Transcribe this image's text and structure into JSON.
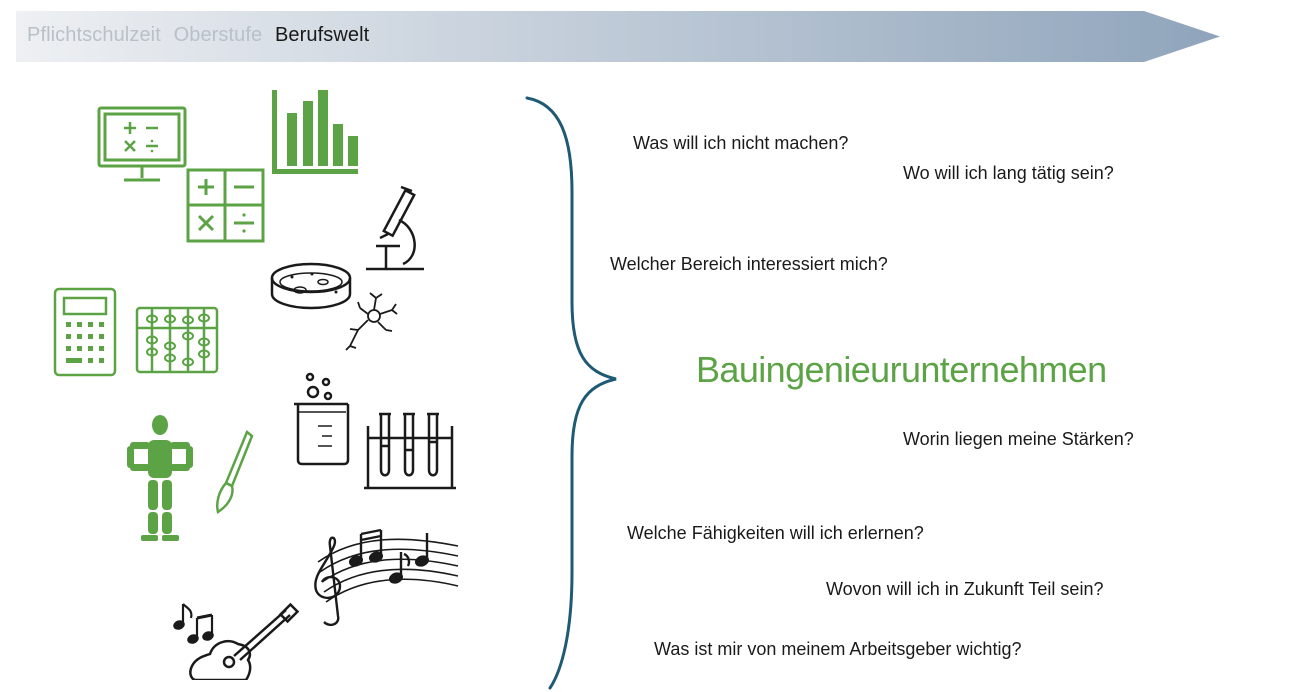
{
  "breadcrumb": {
    "steps": [
      "Pflichtschulzeit",
      "Oberstufe",
      "Berufswelt"
    ],
    "active_index": 2
  },
  "center": {
    "label": "Bauingenieurunternehmen"
  },
  "questions": [
    "Was will ich nicht machen?",
    "Wo will ich lang tätig sein?",
    "Welcher Bereich interessiert mich?",
    "Worin liegen meine Stärken?",
    "Welche Fähigkeiten will ich erlernen?",
    "Wovon will ich in Zukunft Teil sein?",
    "Was ist mir von meinem Arbeitsgeber wichtig?"
  ],
  "colors": {
    "accent_green": "#5ca346",
    "brace_teal": "#1f5a74",
    "banner_start": "#eef0f3",
    "banner_end": "#8fa4bb"
  },
  "icons": [
    "monitor-math-icon",
    "bar-chart-icon",
    "math-operators-icon",
    "microscope-icon",
    "petri-dish-icon",
    "neuron-icon",
    "calculator-icon",
    "abacus-icon",
    "beaker-icon",
    "test-tubes-icon",
    "mannequin-icon",
    "paintbrush-icon",
    "music-staff-icon",
    "music-notes-icon",
    "guitar-icon"
  ]
}
